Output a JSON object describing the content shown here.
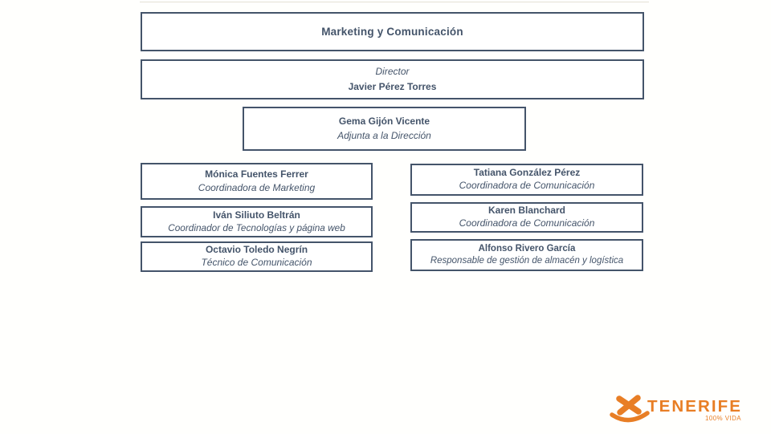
{
  "slide": {
    "department": {
      "title": "Marketing y  Comunicación"
    },
    "director_box": {
      "role": "Director",
      "name": "Javier Pérez Torres"
    },
    "adjunta_box": {
      "name": "Gema Gijón Vicente",
      "role": "Adjunta a la Dirección"
    },
    "left_column": [
      {
        "name": "Mónica Fuentes Ferrer",
        "role": "Coordinadora de Marketing"
      },
      {
        "name": "Iván Siliuto Beltrán",
        "role": "Coordinador de Tecnologías y página web"
      },
      {
        "name": "Octavio Toledo Negrín",
        "role": "Técnico  de Comunicación"
      }
    ],
    "right_column": [
      {
        "name": "Tatiana González Pérez",
        "role": "Coordinadora de Comunicación"
      },
      {
        "name": "Karen Blanchard",
        "role": "Coordinadora de Comunicación"
      },
      {
        "name": "Alfonso Rivero García",
        "role": "Responsable de  gestión de almacén y logística"
      }
    ]
  },
  "logo": {
    "brand": "TENERIFE",
    "tagline": "100% VIDA"
  },
  "colors": {
    "box_border": "#44546A",
    "box_text": "#44546A",
    "logo_orange": "#E87E25",
    "background": "#FFFFFD"
  }
}
